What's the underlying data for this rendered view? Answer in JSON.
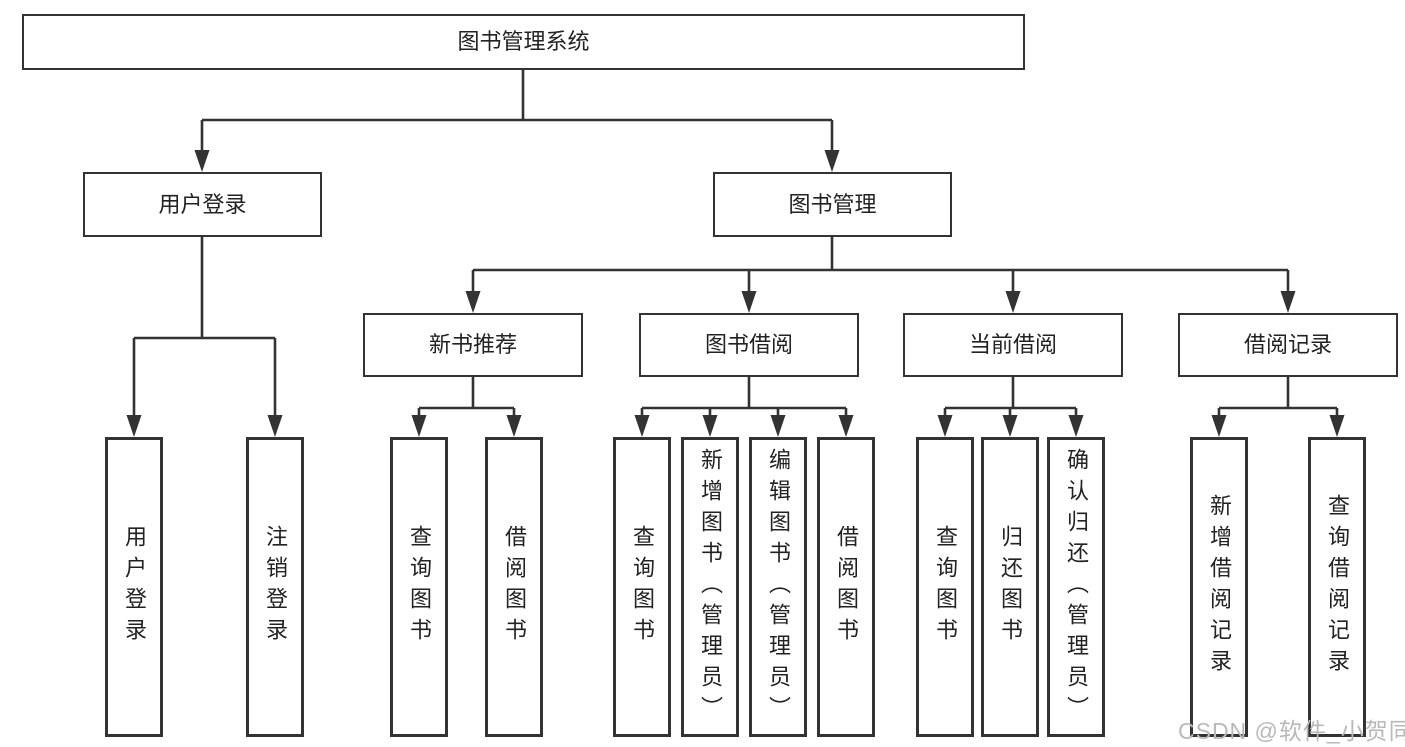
{
  "tree": {
    "root": "图书管理系统",
    "branches": [
      {
        "label": "用户登录",
        "children": [
          "用户登录",
          "注销登录"
        ]
      },
      {
        "label": "图书管理",
        "groups": [
          {
            "label": "新书推荐",
            "children": [
              "查询图书",
              "借阅图书"
            ]
          },
          {
            "label": "图书借阅",
            "children": [
              "查询图书",
              "新增图书（管理员）",
              "编辑图书（管理员）",
              "借阅图书"
            ]
          },
          {
            "label": "当前借阅",
            "children": [
              "查询图书",
              "归还图书",
              "确认归还（管理员）"
            ]
          },
          {
            "label": "借阅记录",
            "children": [
              "新增借阅记录",
              "查询借阅记录"
            ]
          }
        ]
      }
    ]
  },
  "watermark": "CSDN @软件_小贺同学",
  "colors": {
    "line": "#333333",
    "text": "#222222",
    "box_background": "#ffffff",
    "watermark": "#b9b9b9"
  }
}
